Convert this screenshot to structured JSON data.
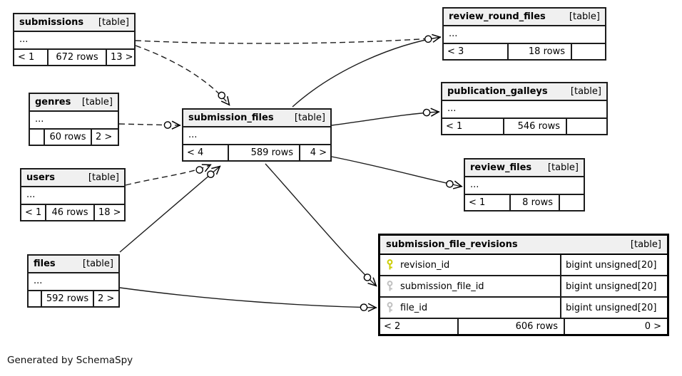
{
  "credit": "Generated by SchemaSpy",
  "colors": {
    "primary_key_icon": "#cccc00",
    "foreign_key_icon": "#c0c0c0",
    "table_header_bg": "#f0f0f0",
    "border": "#1c1c1c"
  },
  "tables": {
    "submissions": {
      "name": "submissions",
      "type_label": "[table]",
      "body": "...",
      "footer": {
        "left": "< 1",
        "center": "672 rows",
        "right": "13 >"
      }
    },
    "review_round_files": {
      "name": "review_round_files",
      "type_label": "[table]",
      "body": "...",
      "footer": {
        "left": "< 3",
        "center": "18 rows",
        "right": ""
      }
    },
    "genres": {
      "name": "genres",
      "type_label": "[table]",
      "body": "...",
      "footer": {
        "left": "",
        "center": "60 rows",
        "right": "2 >"
      }
    },
    "submission_files": {
      "name": "submission_files",
      "type_label": "[table]",
      "body": "...",
      "footer": {
        "left": "< 4",
        "center": "589 rows",
        "right": "4 >"
      }
    },
    "publication_galleys": {
      "name": "publication_galleys",
      "type_label": "[table]",
      "body": "...",
      "footer": {
        "left": "< 1",
        "center": "546 rows",
        "right": ""
      }
    },
    "users": {
      "name": "users",
      "type_label": "[table]",
      "body": "...",
      "footer": {
        "left": "< 1",
        "center": "46 rows",
        "right": "18 >"
      }
    },
    "review_files": {
      "name": "review_files",
      "type_label": "[table]",
      "body": "...",
      "footer": {
        "left": "< 1",
        "center": "8 rows",
        "right": ""
      }
    },
    "files": {
      "name": "files",
      "type_label": "[table]",
      "body": "...",
      "footer": {
        "left": "",
        "center": "592 rows",
        "right": "2 >"
      }
    },
    "submission_file_revisions": {
      "name": "submission_file_revisions",
      "type_label": "[table]",
      "columns": [
        {
          "name": "revision_id",
          "type": "bigint unsigned[20]",
          "key": "primary"
        },
        {
          "name": "submission_file_id",
          "type": "bigint unsigned[20]",
          "key": "foreign"
        },
        {
          "name": "file_id",
          "type": "bigint unsigned[20]",
          "key": "foreign"
        }
      ],
      "footer": {
        "left": "< 2",
        "center": "606 rows",
        "right": "0 >"
      }
    }
  },
  "relationships": [
    {
      "from": "submissions",
      "to": "review_round_files",
      "style": "dashed"
    },
    {
      "from": "submissions",
      "to": "submission_files",
      "style": "dashed"
    },
    {
      "from": "genres",
      "to": "submission_files",
      "style": "dashed"
    },
    {
      "from": "users",
      "to": "submission_files",
      "style": "dashed"
    },
    {
      "from": "files",
      "to": "submission_files",
      "style": "solid"
    },
    {
      "from": "submission_files",
      "to": "review_round_files",
      "style": "solid"
    },
    {
      "from": "submission_files",
      "to": "publication_galleys",
      "style": "solid"
    },
    {
      "from": "submission_files",
      "to": "review_files",
      "style": "solid"
    },
    {
      "from": "submission_files",
      "to": "submission_file_revisions.submission_file_id",
      "style": "solid"
    },
    {
      "from": "files",
      "to": "submission_file_revisions.file_id",
      "style": "solid"
    }
  ]
}
